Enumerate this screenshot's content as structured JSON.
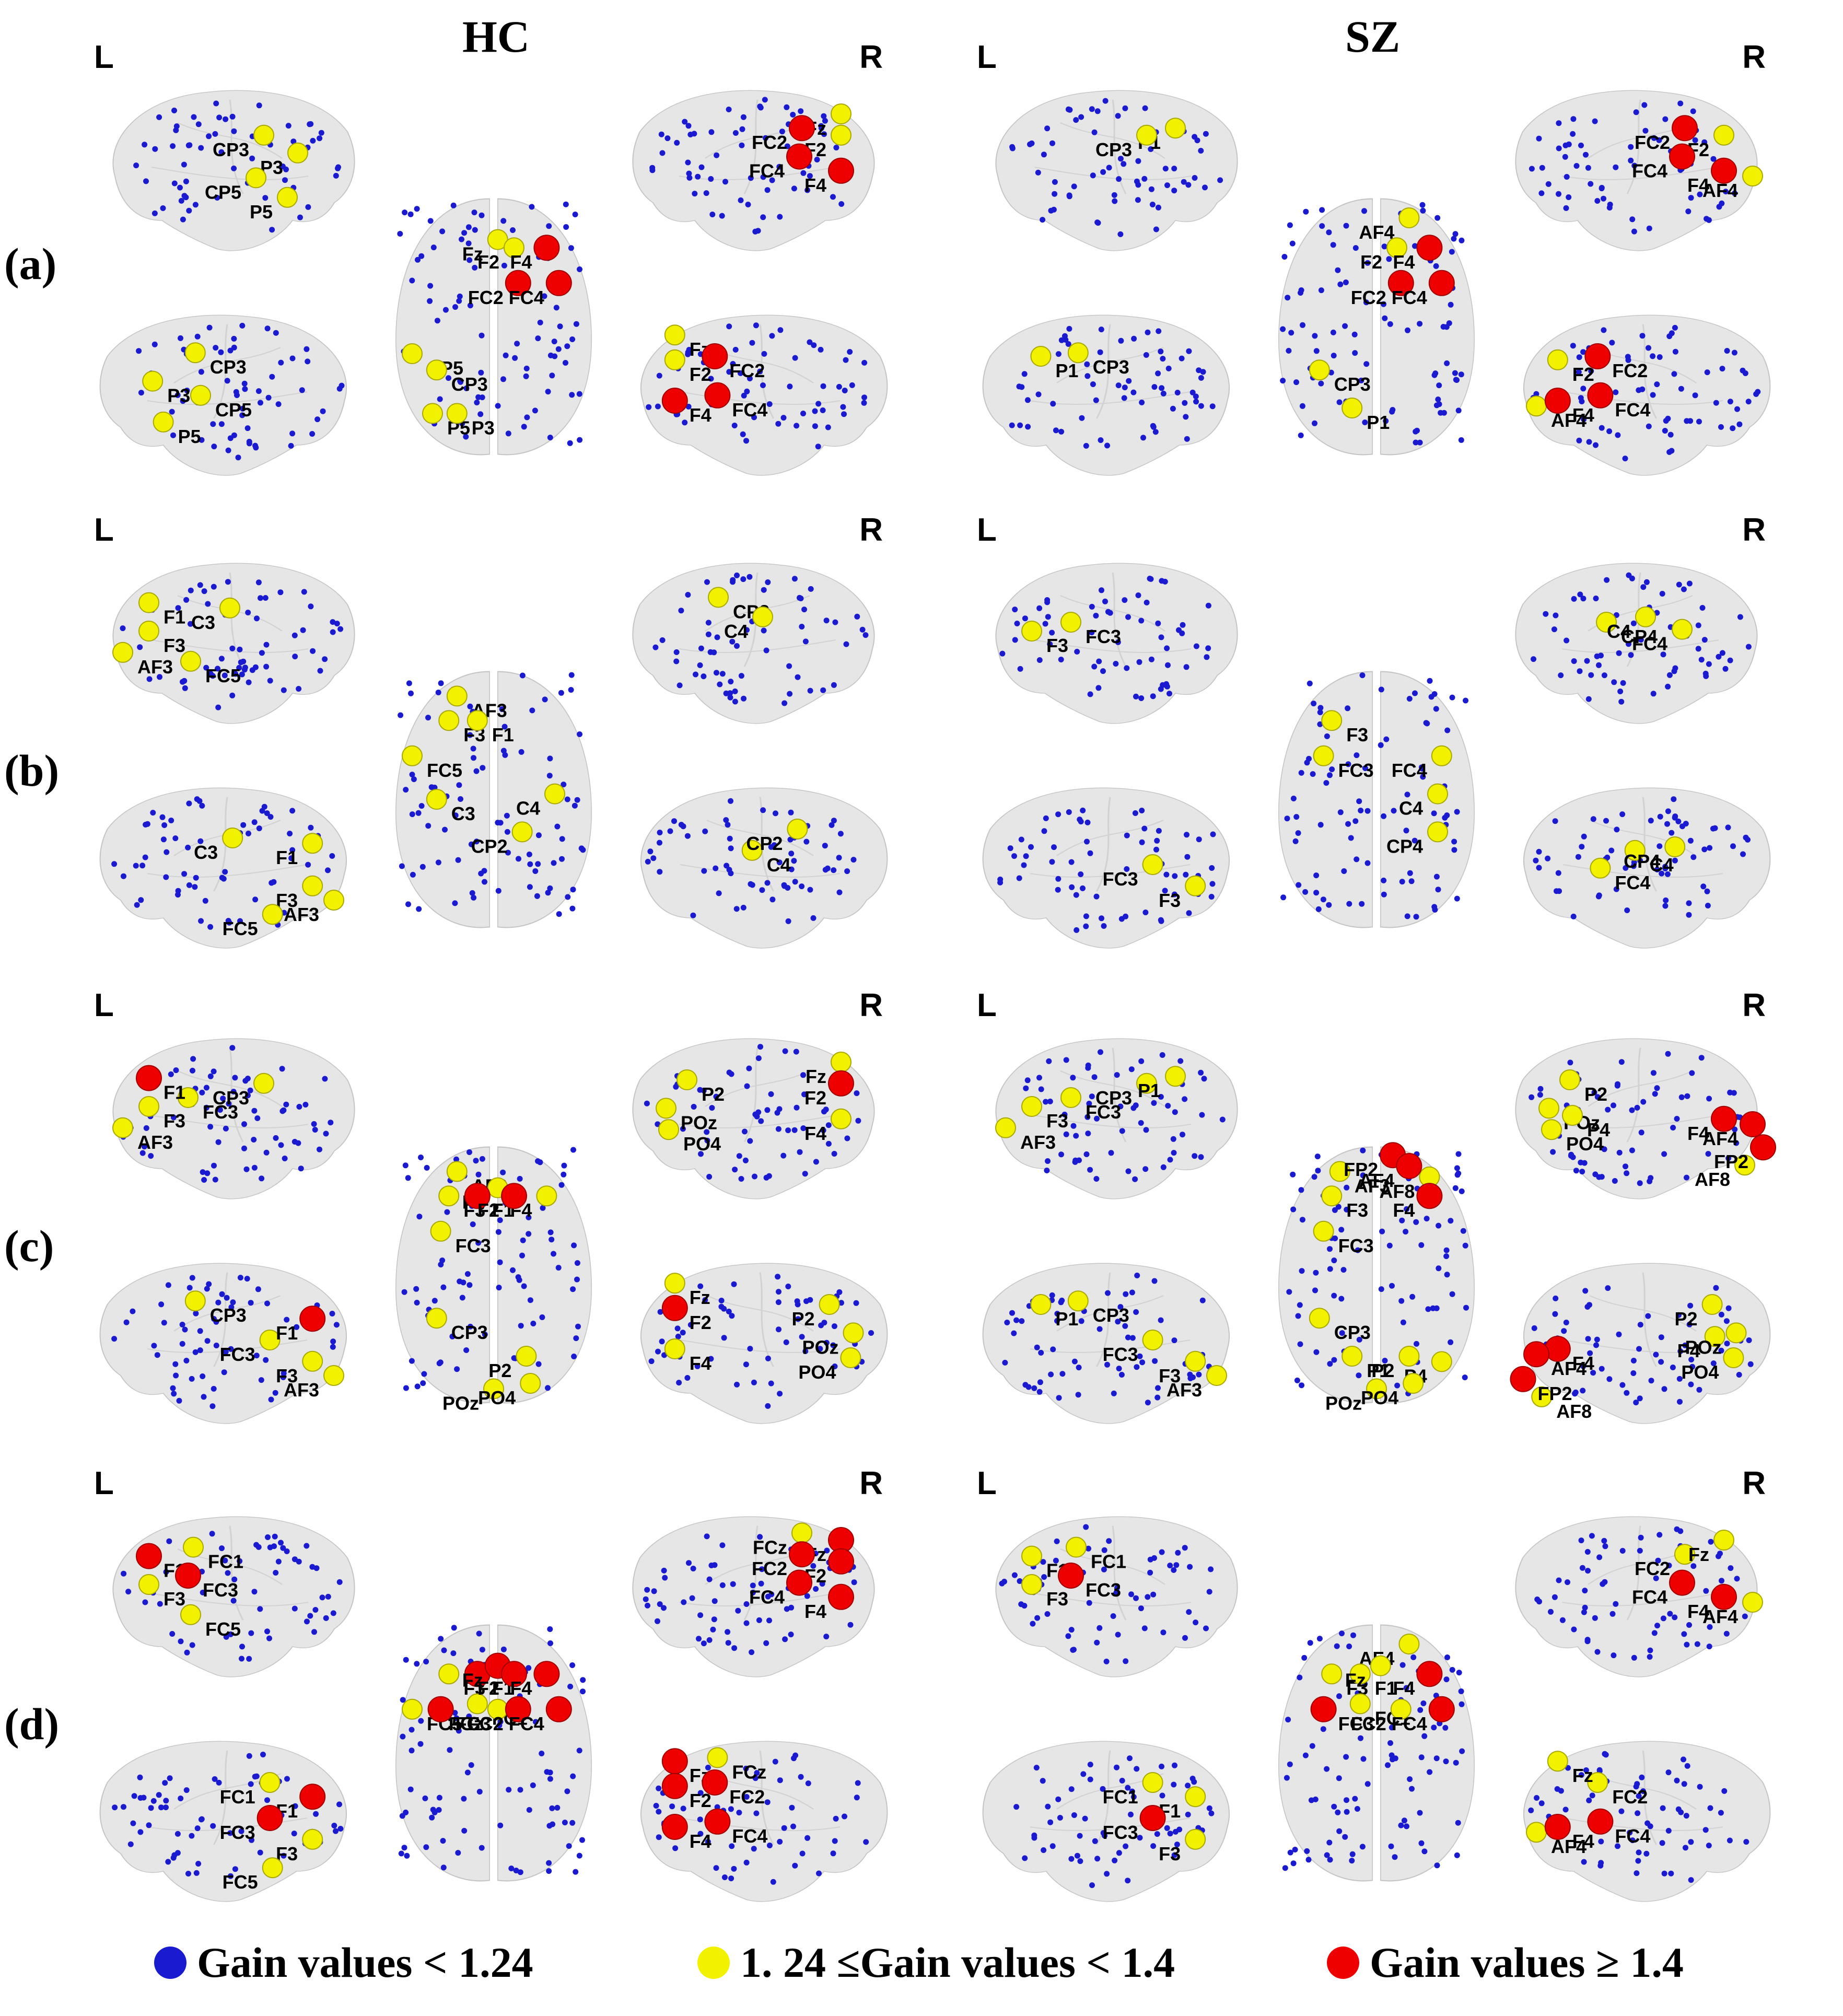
{
  "columns": [
    "HC",
    "SZ"
  ],
  "rows": [
    "(a)",
    "(b)",
    "(c)",
    "(d)"
  ],
  "side_labels": {
    "left": "L",
    "right": "R"
  },
  "legend": [
    {
      "label": "Gain values < 1.24",
      "color": "#1a1ad0"
    },
    {
      "label": "1. 24 ≤Gain values < 1.4",
      "color": "#f2f200"
    },
    {
      "label": "Gain values ≥ 1.4",
      "color": "#ee0000"
    }
  ],
  "colors": {
    "low": "#1a1ad0",
    "mid": "#f2f200",
    "high": "#ee0000",
    "brain": "#e6e6e6"
  },
  "panels": {
    "a_HC": {
      "left_lateral": {
        "mid": [
          "CP3",
          "P3",
          "CP5",
          "P5"
        ],
        "high": []
      },
      "left_medial": {
        "mid": [
          "CP3",
          "P3",
          "P5",
          "CP5"
        ],
        "high": []
      },
      "top": {
        "mid": [
          "Fz",
          "F2",
          "CP5",
          "CP3",
          "P5",
          "P3"
        ],
        "high": [
          "F4",
          "FC2",
          "FC4"
        ]
      },
      "right_lateral": {
        "mid": [
          "Fz",
          "F2"
        ],
        "high": [
          "FC2",
          "FC4",
          "F4"
        ]
      },
      "right_medial": {
        "mid": [
          "Fz",
          "F2"
        ],
        "high": [
          "FC2",
          "FC4",
          "F4"
        ]
      }
    },
    "a_SZ": {
      "left_lateral": {
        "mid": [
          "P1",
          "CP3"
        ],
        "high": []
      },
      "left_medial": {
        "mid": [
          "P1",
          "CP3"
        ],
        "high": []
      },
      "top": {
        "mid": [
          "AF4",
          "F2",
          "CP3",
          "P1"
        ],
        "high": [
          "F4",
          "FC2",
          "FC4"
        ]
      },
      "right_lateral": {
        "mid": [
          "F2",
          "AF4"
        ],
        "high": [
          "FC2",
          "FC4",
          "F4"
        ]
      },
      "right_medial": {
        "mid": [
          "F2",
          "AF4"
        ],
        "high": [
          "FC2",
          "F4",
          "FC4"
        ]
      }
    },
    "b_HC": {
      "left_lateral": {
        "mid": [
          "F1",
          "C3",
          "F3",
          "AF3",
          "FC5"
        ],
        "high": []
      },
      "left_medial": {
        "mid": [
          "C3",
          "F1",
          "F3",
          "AF3",
          "FC5"
        ],
        "high": []
      },
      "top": {
        "mid": [
          "AF3",
          "F3",
          "F1",
          "FC5",
          "C3",
          "C4",
          "CP2"
        ],
        "high": []
      },
      "right_lateral": {
        "mid": [
          "CP2",
          "C4"
        ],
        "high": []
      },
      "right_medial": {
        "mid": [
          "C4",
          "CP2"
        ],
        "high": []
      }
    },
    "b_SZ": {
      "left_lateral": {
        "mid": [
          "FC3",
          "F3"
        ],
        "high": []
      },
      "left_medial": {
        "mid": [
          "FC3",
          "F3"
        ],
        "high": []
      },
      "top": {
        "mid": [
          "F3",
          "FC3",
          "FC4",
          "C4",
          "CP4"
        ],
        "high": []
      },
      "right_lateral": {
        "mid": [
          "CP4",
          "C4",
          "FC4"
        ],
        "high": []
      },
      "right_medial": {
        "mid": [
          "FC4",
          "C4",
          "CP4"
        ],
        "high": []
      }
    },
    "c_HC": {
      "left_lateral": {
        "mid": [
          "FC3",
          "CP3",
          "F3",
          "AF3"
        ],
        "high": [
          "F1"
        ]
      },
      "left_medial": {
        "mid": [
          "CP3",
          "FC3",
          "F3",
          "AF3"
        ],
        "high": [
          "F1"
        ]
      },
      "top": {
        "mid": [
          "AF3",
          "F3",
          "Fz",
          "F4",
          "FC3",
          "CP3",
          "P2",
          "POz",
          "PO4"
        ],
        "high": [
          "F1",
          "F2"
        ]
      },
      "right_lateral": {
        "mid": [
          "Fz",
          "P2",
          "POz",
          "PO4",
          "F4"
        ],
        "high": [
          "F2"
        ]
      },
      "right_medial": {
        "mid": [
          "Fz",
          "F4",
          "P2",
          "POz",
          "PO4"
        ],
        "high": [
          "F2"
        ]
      }
    },
    "c_SZ": {
      "left_lateral": {
        "mid": [
          "FC3",
          "CP3",
          "P1",
          "F3",
          "AF3"
        ],
        "high": []
      },
      "left_medial": {
        "mid": [
          "P1",
          "CP3",
          "FC3",
          "F3",
          "AF3"
        ],
        "high": []
      },
      "top": {
        "mid": [
          "AF3",
          "AF8",
          "F3",
          "FC3",
          "CP3",
          "P1",
          "P2",
          "P4",
          "POz",
          "PO4"
        ],
        "high": [
          "FP2",
          "AF4",
          "F4"
        ]
      },
      "right_lateral": {
        "mid": [
          "P2",
          "POz",
          "P4",
          "PO4",
          "AF8"
        ],
        "high": [
          "F4",
          "AF4",
          "FP2"
        ]
      },
      "right_medial": {
        "mid": [
          "P2",
          "P4",
          "POz",
          "PO4",
          "AF8"
        ],
        "high": [
          "F4",
          "AF4",
          "FP2"
        ]
      }
    },
    "d_HC": {
      "left_lateral": {
        "mid": [
          "FC1",
          "F3",
          "FC5"
        ],
        "high": [
          "F1",
          "FC3"
        ]
      },
      "left_medial": {
        "mid": [
          "FC1",
          "F3",
          "FC5"
        ],
        "high": [
          "F1",
          "FC3"
        ]
      },
      "top": {
        "mid": [
          "F3",
          "FC1",
          "FC5",
          "FCz"
        ],
        "high": [
          "F1",
          "Fz",
          "F2",
          "F4",
          "FC3",
          "FC2",
          "FC4"
        ]
      },
      "right_lateral": {
        "mid": [
          "FCz"
        ],
        "high": [
          "Fz",
          "FC2",
          "F2",
          "FC4",
          "F4"
        ]
      },
      "right_medial": {
        "mid": [
          "FCz"
        ],
        "high": [
          "Fz",
          "F2",
          "FC2",
          "F4",
          "FC4"
        ]
      }
    },
    "d_SZ": {
      "left_lateral": {
        "mid": [
          "FC1",
          "F1",
          "F3"
        ],
        "high": [
          "FC3"
        ]
      },
      "left_medial": {
        "mid": [
          "FC1",
          "F1",
          "F3"
        ],
        "high": [
          "FC3"
        ]
      },
      "top": {
        "mid": [
          "AF4",
          "F3",
          "F1",
          "Fz",
          "FC1",
          "FC2"
        ],
        "high": [
          "F4",
          "FC3",
          "FC4"
        ]
      },
      "right_lateral": {
        "mid": [
          "FC2",
          "Fz",
          "AF4"
        ],
        "high": [
          "FC4",
          "F4"
        ]
      },
      "right_medial": {
        "mid": [
          "FC2",
          "Fz",
          "AF4"
        ],
        "high": [
          "F4",
          "FC4"
        ]
      }
    }
  }
}
